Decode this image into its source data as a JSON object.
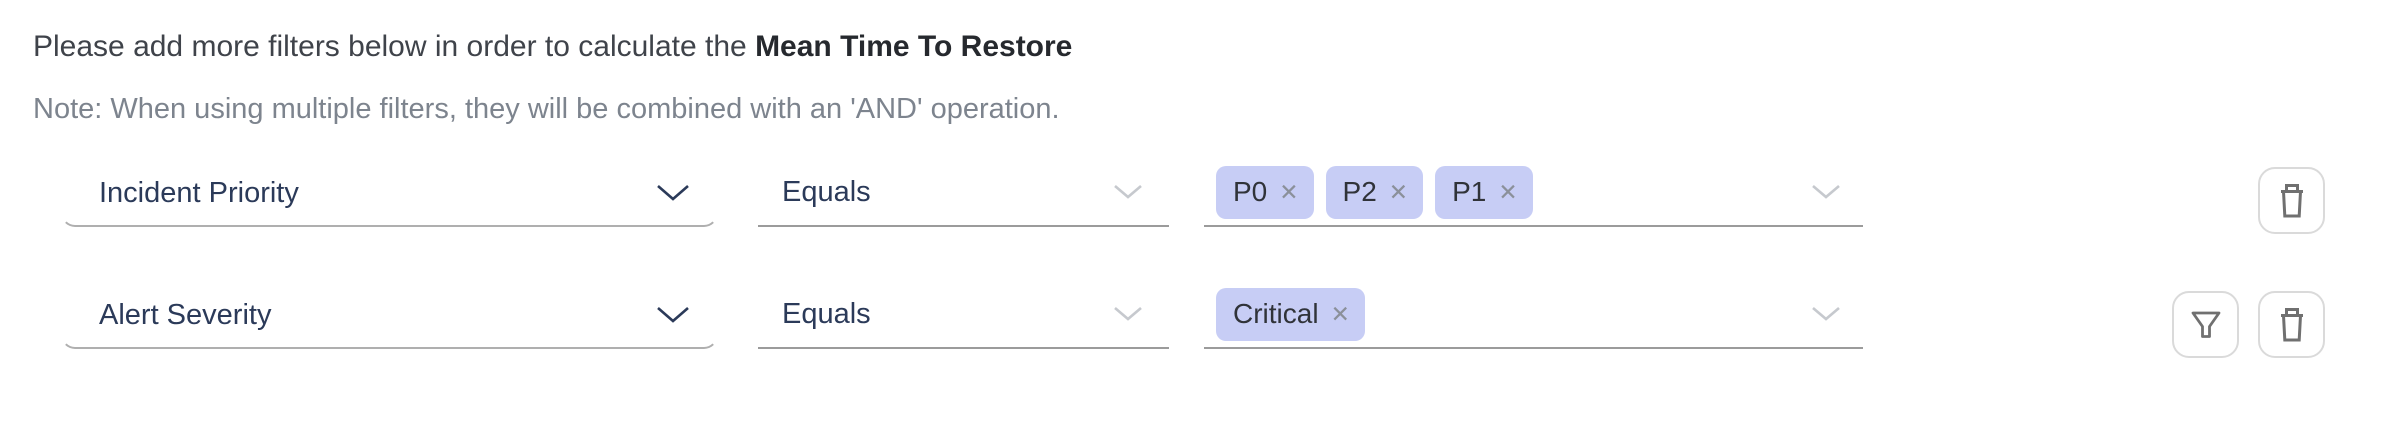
{
  "header": {
    "line1": "Please add more filters below in order to calculate the ",
    "line1_bold": "Mean Time To Restore",
    "note": "Note: When using multiple filters, they will be combined with an 'AND' operation."
  },
  "rows": [
    {
      "field": "Incident Priority",
      "operator": "Equals",
      "values": [
        "P0",
        "P2",
        "P1"
      ],
      "actions": [
        "delete"
      ]
    },
    {
      "field": "Alert Severity",
      "operator": "Equals",
      "values": [
        "Critical"
      ],
      "actions": [
        "filter",
        "delete"
      ]
    }
  ],
  "icons": {
    "remove_glyph": "✕",
    "field_chevron": "chevron-down-icon",
    "row1_action": "trash-icon",
    "row2_actions": [
      "filter-icon",
      "trash-icon"
    ]
  },
  "colors": {
    "tag_background": "#c7cdf5",
    "select_text": "#2b3a59",
    "note_text": "#7d848e",
    "underline": "#9b9b9b",
    "button_border": "#dadada",
    "icon_stroke": "#707070"
  }
}
